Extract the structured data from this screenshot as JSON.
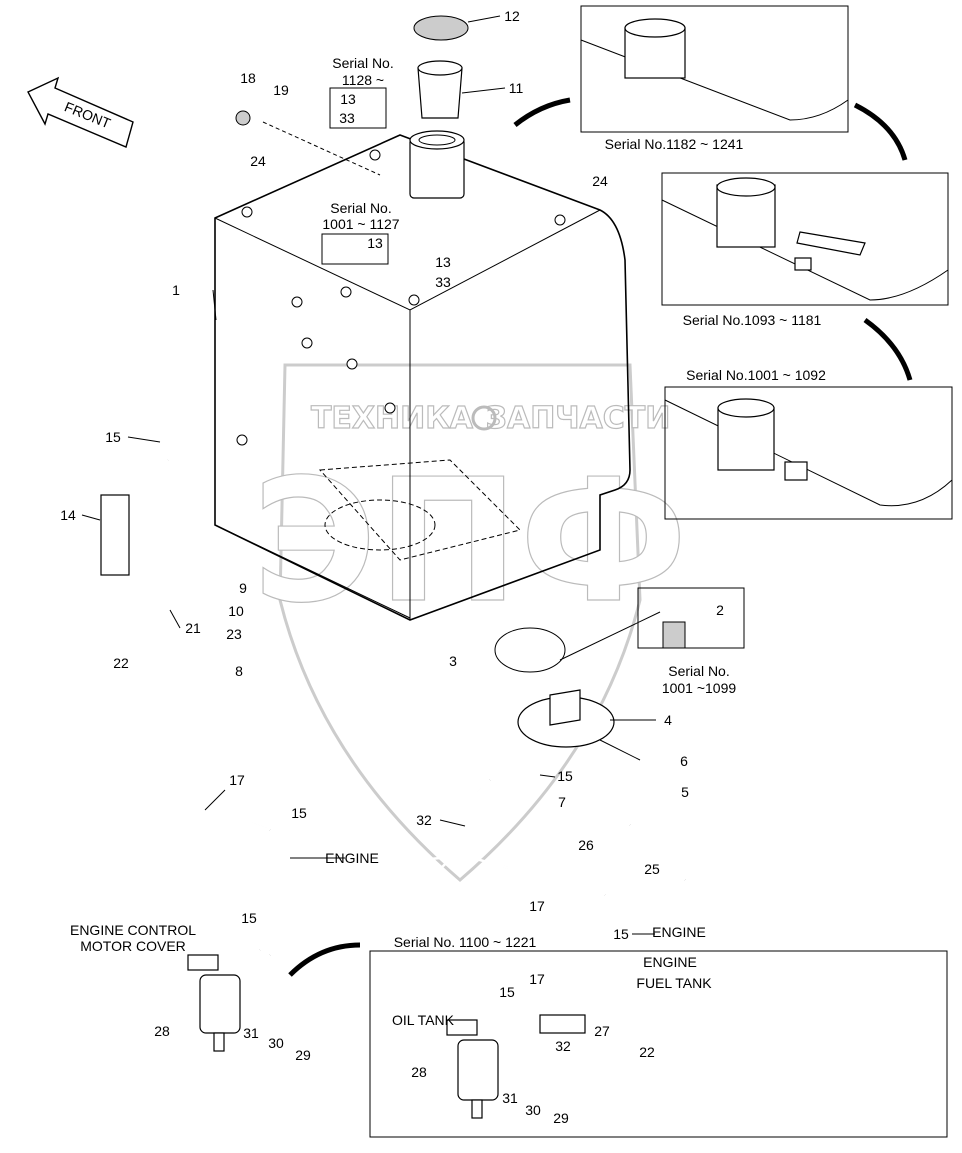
{
  "diagram": {
    "watermark": {
      "left": "ТЕХНИКА",
      "right": "ЗАПЧАСТИ",
      "logo": "ЭПФ"
    },
    "front_arrow": "FRONT",
    "callouts": [
      "12",
      "11",
      "Serial No.",
      "1128 ~",
      "13",
      "33",
      "18",
      "19",
      "24",
      "24",
      "Serial No.1182 ~ 1241",
      "Serial No.",
      "1001 ~ 1127",
      "13",
      "13",
      "33",
      "Serial No.1093 ~ 1181",
      "Serial No.1001 ~ 1092",
      "1",
      "15",
      "14",
      "9",
      "10",
      "23",
      "8",
      "21",
      "22",
      "2",
      "3",
      "Serial No.",
      "1001 ~1099",
      "4",
      "6",
      "5",
      "15",
      "7",
      "26",
      "25",
      "17",
      "15",
      "ENGINE",
      "32",
      "17",
      "15",
      "ENGINE",
      "ENGINE CONTROL",
      "MOTOR COVER",
      "15",
      "Serial No. 1100 ~ 1221",
      "17",
      "ENGINE",
      "FUEL TANK",
      "15",
      "OIL TANK",
      "32",
      "27",
      "22",
      "28",
      "31",
      "30",
      "29",
      "28",
      "31",
      "30",
      "29"
    ]
  }
}
